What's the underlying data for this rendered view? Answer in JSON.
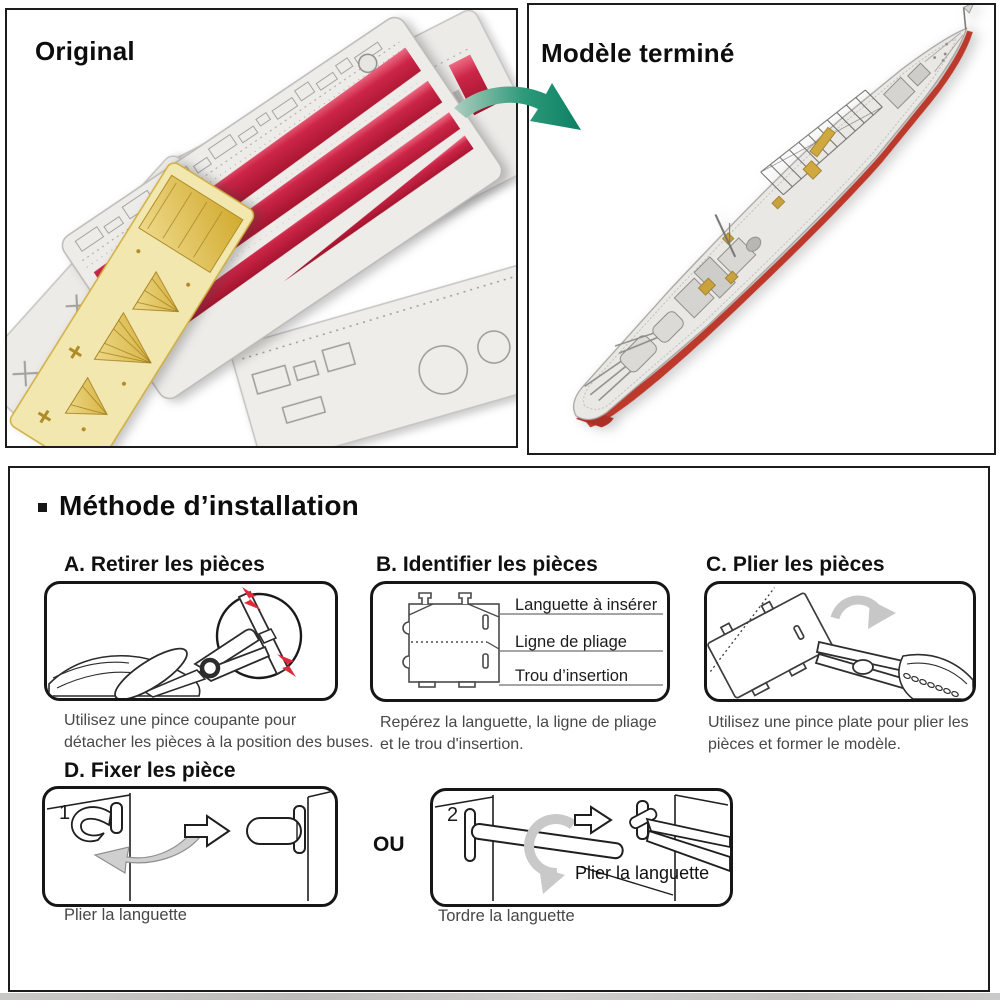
{
  "panels": {
    "original": {
      "title": "Original"
    },
    "finished": {
      "title": "Modèle terminé"
    }
  },
  "method": {
    "title": "Méthode d’installation",
    "steps": {
      "a": {
        "title": "A. Retirer les pièces",
        "caption_lines": [
          "Utilisez une pince coupante pour",
          "détacher les pièces à la position des buses."
        ]
      },
      "b": {
        "title": "B. Identifier les pièces",
        "labels": [
          "Languette à insérer",
          "Ligne de pliage",
          "Trou d’insertion"
        ],
        "caption_lines": [
          "Repérez la languette, la ligne de pliage",
          "et le trou d'insertion."
        ]
      },
      "c": {
        "title": "C. Plier les pièces",
        "caption_lines": [
          "Utilisez une pince plate pour plier les",
          "pièces et former le modèle."
        ]
      },
      "d": {
        "title": "D. Fixer les pièce",
        "or_label": "OU",
        "options": [
          {
            "number": "1",
            "caption": "Plier la languette"
          },
          {
            "number": "2",
            "caption": "Tordre la languette",
            "inner_label": "Plier la languette"
          }
        ]
      }
    }
  },
  "colors": {
    "teal_arrow": "#128a6c",
    "metal_red": "#c22443",
    "metal_gold": "#ddb83f",
    "hull_red": "#bc392b",
    "cut_mark_red": "#e0293a"
  }
}
